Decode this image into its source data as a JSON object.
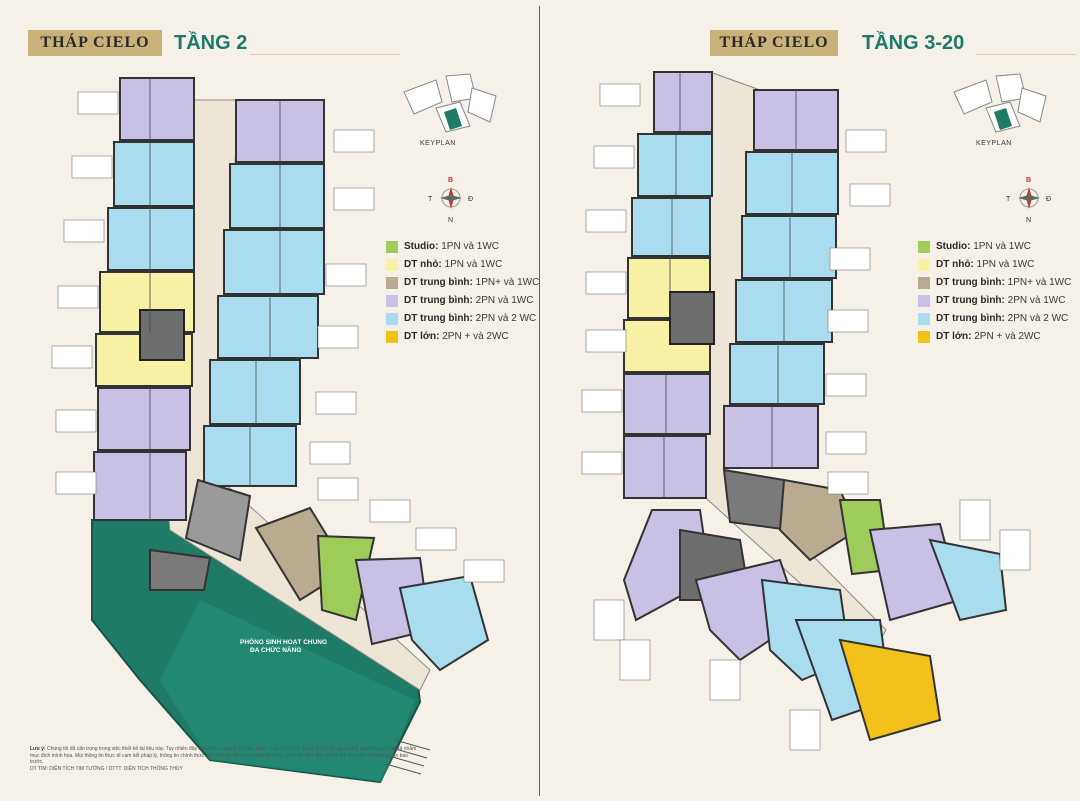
{
  "left": {
    "tower": "THÁP CIELO",
    "floor": "TẦNG 2",
    "common_room_line1": "PHÒNG SINH HOẠT CHUNG",
    "common_room_line2": "ĐA CHỨC NĂNG"
  },
  "right": {
    "tower": "THÁP CIELO",
    "floor": "TẦNG 3-20"
  },
  "keyplan_label": "KEYPLAN",
  "compass": {
    "north": "B",
    "south": "N",
    "east": "Đ",
    "west": "T"
  },
  "legend": [
    {
      "type": "Studio:",
      "desc": "1PN và 1WC",
      "color": "#9dcc5a"
    },
    {
      "type": "DT nhỏ:",
      "desc": "1PN  và 1WC",
      "color": "#f7f1a6"
    },
    {
      "type": "DT trung bình:",
      "desc": "1PN+ và 1WC",
      "color": "#b9ab8f"
    },
    {
      "type": "DT trung bình:",
      "desc": "2PN và 1WC",
      "color": "#c9c0e6"
    },
    {
      "type": "DT trung bình:",
      "desc": "2PN và 2 WC",
      "color": "#a9dcef"
    },
    {
      "type": "DT lớn:",
      "desc": "2PN + và 2WC",
      "color": "#f2c21a"
    }
  ],
  "note": {
    "label": "Lưu ý:",
    "text": "Chúng tôi đã cẩn trọng trong việc thiết kế tài liệu này. Tuy nhiên đây là tài liệu mang tính tham khảo. Các chi tiết kỹ thuật, bố trí nội ngoại thất hay thông tin mô tả nhằm mục đích minh họa. Mọi thông tin thực tế cam kết pháp lý, thông tin chính thức căn cứ hợp đồng mua bán được ký giữa hai bên. Bản vẽ có thể thay đổi mà không cần báo trước.",
    "abbr": "DT TIM: DIỆN TÍCH TIM TƯỜNG / DTTT: DIỆN TÍCH THÔNG THỦY"
  }
}
